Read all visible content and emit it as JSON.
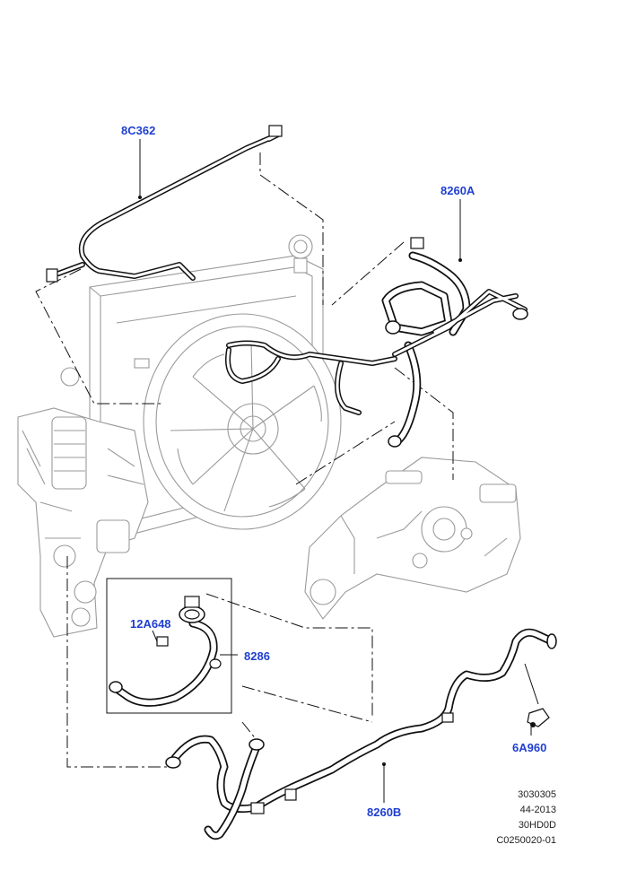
{
  "callouts": {
    "expansion_hose": "8C362",
    "upper_hose": "8260A",
    "sensor": "12A648",
    "lower_hose_assembly": "8286",
    "clip": "6A960",
    "bottom_hose": "8260B"
  },
  "reference": {
    "line1": "3030305",
    "line2": "44-2013",
    "line3": "30HD0D",
    "line4": "C0250020-01"
  },
  "colors": {
    "callout": "#1f3fd1",
    "hose_outline": "#111111",
    "background_part": "#9a9a9a"
  }
}
